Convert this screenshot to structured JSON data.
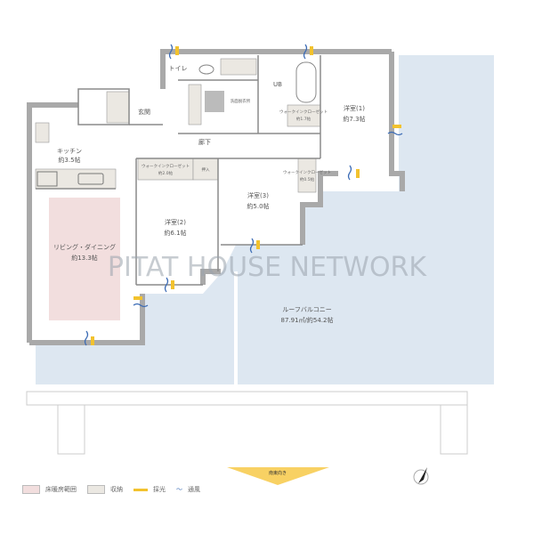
{
  "watermark": "PITAT HOUSE NETWORK",
  "rooms": {
    "toilet": "トイレ",
    "bath": "UB",
    "washroom": "洗面脱衣所",
    "entrance": "玄関",
    "kitchen": "キッチン",
    "kitchen_size": "約3.5帖",
    "hall": "廊下",
    "wic2": "ウォークインクローゼット",
    "wic2_size": "約2.0帖",
    "oshiire": "押入",
    "room1": "洋室(1)",
    "room1_size": "約7.3帖",
    "wic1": "ウォークインクローゼット",
    "wic1_size": "約1.7帖",
    "room2": "洋室(2)",
    "room2_size": "約6.1帖",
    "room3": "洋室(3)",
    "room3_size": "約5.0帖",
    "wic3": "ウォークインクローゼット",
    "wic3_size": "約0.5帖",
    "ld": "リビング・ダイニング",
    "ld_size": "約13.3帖",
    "balcony": "ルーフバルコニー",
    "balcony_size": "87.91㎡/約54.2帖"
  },
  "orientation_label": "南東向き",
  "legend": {
    "floor_heating": "床暖房範囲",
    "storage": "収納",
    "light": "採光",
    "ventilation": "通風"
  },
  "colors": {
    "balcony": "#dde7f1",
    "floor_heating": "#f2dede",
    "storage": "#ebe8e2",
    "wall": "#a9a9a9",
    "light": "#f2c22e",
    "wind": "#3b6bb5"
  }
}
